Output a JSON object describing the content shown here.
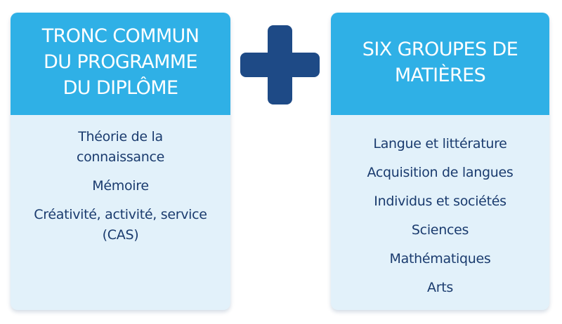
{
  "left_card": {
    "title": "TRONC COMMUN\nDU PROGRAMME\nDU DIPLÔME",
    "items": [
      "Théorie de la\nconnaissance",
      "Mémoire",
      "Créativité, activité, service\n(CAS)"
    ]
  },
  "right_card": {
    "title": "SIX GROUPES DE\nMATIÈRES",
    "items": [
      "Langue et littérature",
      "Acquisition de langues",
      "Individus et sociétés",
      "Sciences",
      "Mathématiques",
      "Arts"
    ]
  },
  "colors": {
    "header_blue": "#2fb0e6",
    "body_background": "#e2f1fa",
    "text_navy": "#1a3b6e",
    "plus_navy": "#1e4a86"
  },
  "icons": {
    "plus": "plus-icon"
  }
}
